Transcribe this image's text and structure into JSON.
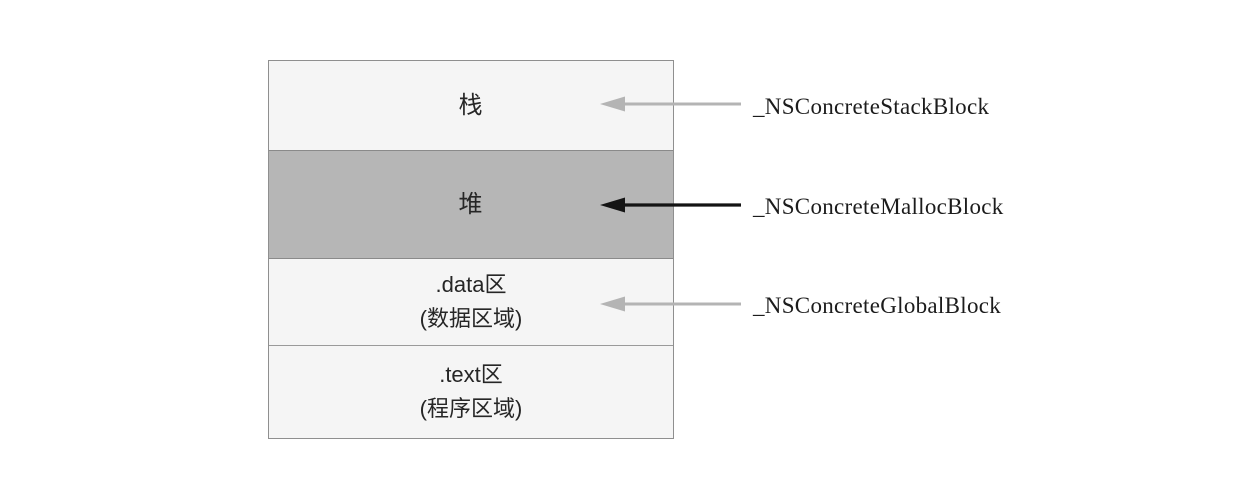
{
  "memory_box": {
    "sections": [
      {
        "name": "stack",
        "label": "栈",
        "sublabel": "",
        "fill": "#f5f5f5"
      },
      {
        "name": "heap",
        "label": "堆",
        "sublabel": "",
        "fill": "#b6b6b6"
      },
      {
        "name": "data-segment",
        "label": ".data区",
        "sublabel": "(数据区域)",
        "fill": "#f5f5f5"
      },
      {
        "name": "text-segment",
        "label": ".text区",
        "sublabel": "(程序区域)",
        "fill": "#f5f5f5"
      }
    ]
  },
  "annotations": [
    {
      "label": "_NSConcreteStackBlock",
      "points_to": "stack",
      "arrow_color": "#b4b4b4"
    },
    {
      "label": "_NSConcreteMallocBlock",
      "points_to": "heap",
      "arrow_color": "#141414"
    },
    {
      "label": "_NSConcreteGlobalBlock",
      "points_to": "data-segment",
      "arrow_color": "#b4b4b4"
    }
  ],
  "colors": {
    "background": "#ffffff",
    "box_border": "#8f8f8f",
    "section_light_fill": "#f5f5f5",
    "heap_fill": "#b6b6b6",
    "section_text": "#262626",
    "annotation_text": "#1c1c1c",
    "gray_arrow": "#b4b4b4",
    "black_arrow": "#141414"
  }
}
